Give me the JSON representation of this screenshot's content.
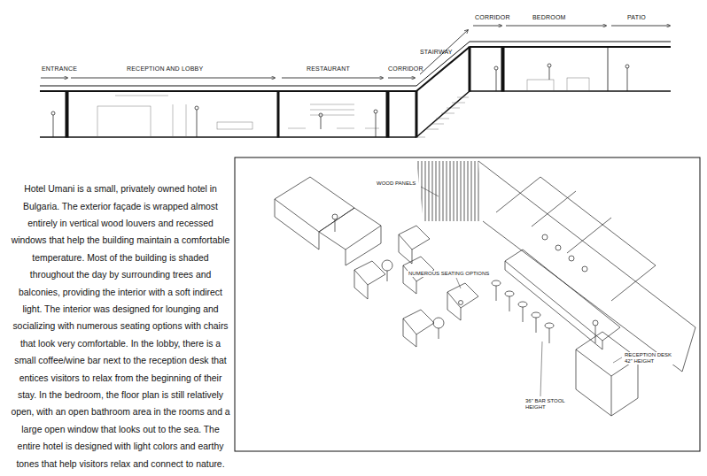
{
  "diagram": {
    "labels": [
      "ENTRANCE",
      "RECEPTION AND LOBBY",
      "RESTAURANT",
      "CORRIDOR",
      "STAIRWAY",
      "CORRIDOR",
      "BEDROOM",
      "PATIO",
      "Hotel Umani is a small, privately owned hotel in Bulgaria. The exterior façade is wrapped almost entirely in vertical wood louvers and recessed windows that help the building maintain a comfortable temperature. Most of the building is shaded throughout the day by surrounding trees and balconies, providing the interior with a soft indirect light. The interior was designed for lounging and socializing with numerous seating options with chairs that look very comfortable. In the lobby, there is a small coffee/wine bar next to the reception desk that entices visitors to relax from the beginning of their stay. In the bedroom, the floor plan is still relatively open, with an open bathroom area in the rooms and a large open window that looks out to the sea. The entire hotel is designed with light colors and earthy tones that help visitors relax and connect to nature.",
      "WOOD PANELS",
      "NUMEROUS SEATING OPTIONS",
      "RECEPTION DESK 42\" HEIGHT",
      "36\" BAR STOOL HEIGHT"
    ]
  }
}
